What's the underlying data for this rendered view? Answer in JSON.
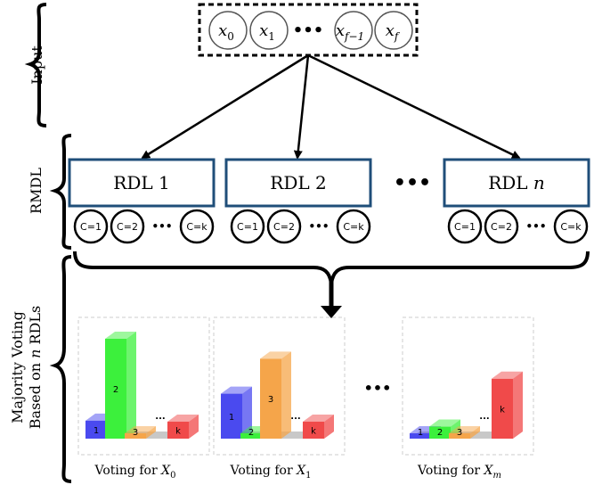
{
  "sections": {
    "input_label": "Input",
    "rmdl_label": "RMDL",
    "voting_label_line1": "Majority Voting",
    "voting_label_line2_prefix": "Based on ",
    "voting_label_line2_var": "n",
    "voting_label_line2_suffix": " RDLs"
  },
  "input_nodes": [
    {
      "base": "x",
      "sub": "0"
    },
    {
      "base": "x",
      "sub": "1"
    },
    {
      "base": "•••",
      "sub": ""
    },
    {
      "base": "x",
      "sub": "f−1"
    },
    {
      "base": "x",
      "sub": "f"
    }
  ],
  "rdl_boxes": [
    {
      "label": "RDL 1",
      "var": ""
    },
    {
      "label": "RDL 2",
      "var": ""
    },
    {
      "label": "RDL ",
      "var": "n"
    }
  ],
  "rdl_ellipsis": "•••",
  "class_circles": [
    "C=1",
    "C=2",
    "C=k"
  ],
  "class_ellipsis": "•••",
  "vote_panels": [
    {
      "caption_prefix": "Voting for ",
      "caption_var": "X",
      "caption_sub": "0",
      "bars": [
        {
          "label": "1",
          "color": "#4a4aef",
          "height": 0.18
        },
        {
          "label": "2",
          "color": "#3cf03c",
          "height": 1.0
        },
        {
          "label": "3",
          "color": "#f5a54a",
          "height": 0.05
        },
        {
          "label": "k",
          "color": "#f04a4a",
          "height": 0.17
        }
      ]
    },
    {
      "caption_prefix": "Voting for ",
      "caption_var": "X",
      "caption_sub": "1",
      "bars": [
        {
          "label": "1",
          "color": "#4a4aef",
          "height": 0.45
        },
        {
          "label": "2",
          "color": "#3cf03c",
          "height": 0.05
        },
        {
          "label": "3",
          "color": "#f5a54a",
          "height": 0.8
        },
        {
          "label": "k",
          "color": "#f04a4a",
          "height": 0.17
        }
      ]
    },
    {
      "caption_prefix": "Voting for ",
      "caption_var": "X",
      "caption_sub": "m",
      "bars": [
        {
          "label": "1",
          "color": "#4a4aef",
          "height": 0.05
        },
        {
          "label": "2",
          "color": "#3cf03c",
          "height": 0.12
        },
        {
          "label": "3",
          "color": "#f5a54a",
          "height": 0.05
        },
        {
          "label": "k",
          "color": "#f04a4a",
          "height": 0.6
        }
      ]
    }
  ],
  "panel_ellipsis": "•••",
  "bar_ellipsis": "...",
  "colors": {
    "box_border": "#1f4e79",
    "arrow": "#000000",
    "panel_border": "#cccccc",
    "floor": "#c8c8c8"
  }
}
